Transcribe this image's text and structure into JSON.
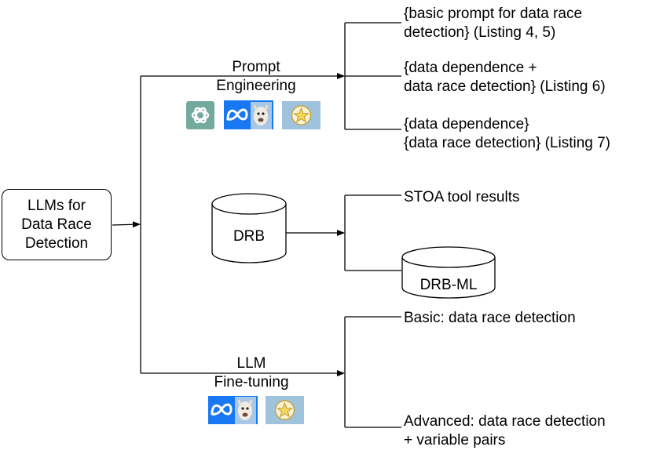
{
  "root": {
    "lines": [
      "LLMs for",
      "Data Race",
      "Detection"
    ]
  },
  "branches": {
    "prompt": {
      "label_lines": [
        "Prompt",
        "Engineering"
      ],
      "logos": [
        "chatgpt-logo",
        "meta-llama-logo",
        "star-badge-logo"
      ]
    },
    "drb": {
      "label": "DRB"
    },
    "finetune": {
      "label_lines": [
        "LLM",
        "Fine-tuning"
      ],
      "logos": [
        "meta-llama-logo",
        "star-badge-logo"
      ]
    }
  },
  "prompt_leaves": [
    {
      "lines": [
        "{basic prompt for data race",
        "detection} (Listing 4, 5)"
      ]
    },
    {
      "lines": [
        "{data dependence +",
        "data race  detection} (Listing 6)"
      ]
    },
    {
      "lines": [
        "{data dependence}",
        "{data race  detection} (Listing 7)"
      ]
    }
  ],
  "drb_leaves": {
    "stoa": "STOA tool results",
    "drbml": "DRB-ML"
  },
  "finetune_leaves": [
    {
      "lines": [
        "Basic: data race detection"
      ]
    },
    {
      "lines": [
        "Advanced: data race detection",
        "+ variable pairs"
      ]
    }
  ],
  "colors": {
    "line": "#000000",
    "chatgpt": "#74aa9c",
    "meta": "#1877f2",
    "badge_bg": "#9fc3dc",
    "badge_star": "#f6d55c"
  }
}
